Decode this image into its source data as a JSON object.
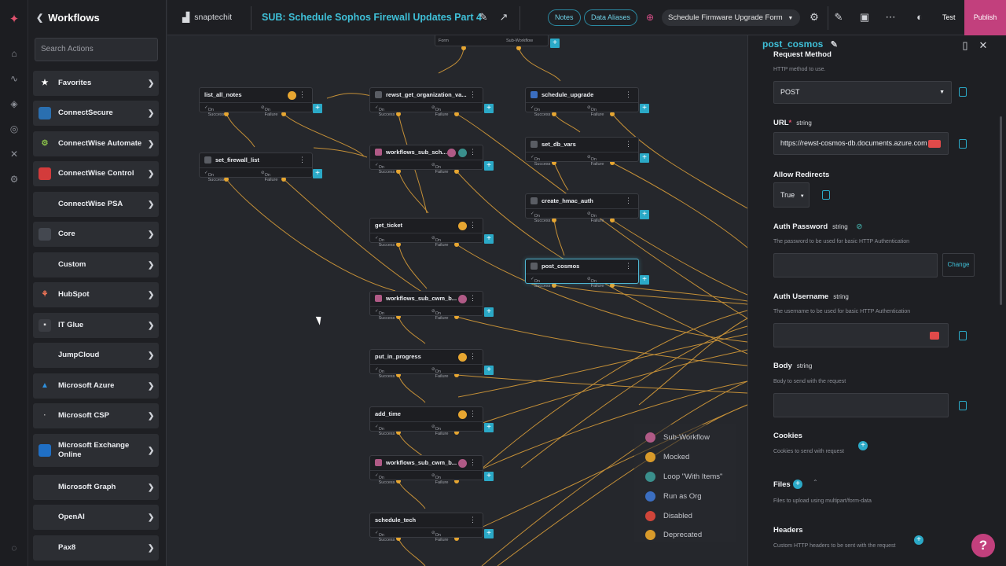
{
  "sidebar": {
    "title": "Workflows",
    "search_placeholder": "Search Actions",
    "items": [
      {
        "label": "Favorites",
        "icon": "star-icon"
      },
      {
        "label": "ConnectSecure",
        "icon": "connectsecure-icon"
      },
      {
        "label": "ConnectWise Automate",
        "icon": "connectwise-automate-icon"
      },
      {
        "label": "ConnectWise Control",
        "icon": "connectwise-control-icon"
      },
      {
        "label": "ConnectWise PSA",
        "icon": "connectwise-psa-icon"
      },
      {
        "label": "Core",
        "icon": "core-icon"
      },
      {
        "label": "Custom",
        "icon": "custom-icon"
      },
      {
        "label": "HubSpot",
        "icon": "hubspot-icon"
      },
      {
        "label": "IT Glue",
        "icon": "itglue-icon"
      },
      {
        "label": "JumpCloud",
        "icon": "jumpcloud-icon"
      },
      {
        "label": "Microsoft Azure",
        "icon": "azure-icon"
      },
      {
        "label": "Microsoft CSP",
        "icon": "microsoft-csp-icon"
      },
      {
        "label": "Microsoft Exchange Online",
        "icon": "exchange-icon"
      },
      {
        "label": "Microsoft Graph",
        "icon": "graph-icon"
      },
      {
        "label": "OpenAI",
        "icon": "openai-icon"
      },
      {
        "label": "Pax8",
        "icon": "pax8-icon"
      }
    ]
  },
  "topbar": {
    "org": "snaptechit",
    "title": "SUB: Schedule Sophos Firewall Updates Part 4",
    "notes": "Notes",
    "aliases": "Data Aliases",
    "selected_workflow": "Schedule Firmware Upgrade Form",
    "test": "Test",
    "publish": "Publish"
  },
  "canvas": {
    "nodes": [
      {
        "label": "Form"
      },
      {
        "label": "Sub-Workflow"
      },
      {
        "label": "list_all_notes"
      },
      {
        "label": "rewst_get_organization_va..."
      },
      {
        "label": "schedule_upgrade"
      },
      {
        "label": "set_firewall_list"
      },
      {
        "label": "workflows_sub_sch..."
      },
      {
        "label": "set_db_vars"
      },
      {
        "label": "create_hmac_auth"
      },
      {
        "label": "get_ticket"
      },
      {
        "label": "post_cosmos"
      },
      {
        "label": "workflows_sub_cwm_b..."
      },
      {
        "label": "put_in_progress"
      },
      {
        "label": "add_time"
      },
      {
        "label": "workflows_sub_cwm_b..."
      },
      {
        "label": "schedule_tech"
      }
    ],
    "on_success": "On Success",
    "on_failure": "On Failure",
    "legend": [
      {
        "label": "Sub-Workflow",
        "color": "#b05a86"
      },
      {
        "label": "Mocked",
        "color": "#d89a2a"
      },
      {
        "label": "Loop \"With Items\"",
        "color": "#3a8f8c"
      },
      {
        "label": "Run as Org",
        "color": "#3b6ec0"
      },
      {
        "label": "Disabled",
        "color": "#d0453a"
      },
      {
        "label": "Deprecated",
        "color": "#d89a2a"
      }
    ]
  },
  "panel": {
    "title": "post_cosmos",
    "request_method_label": "Request Method",
    "request_method_help": "HTTP method to use.",
    "request_method_value": "POST",
    "url_label": "URL",
    "url_req": "*",
    "url_type": "string",
    "url_value": "https://rewst-cosmos-db.documents.azure.com",
    "allow_redirects_label": "Allow Redirects",
    "allow_redirects_value": "True",
    "auth_password_label": "Auth Password",
    "auth_password_type": "string",
    "auth_password_help": "The password to be used for basic HTTP Authentication",
    "change": "Change",
    "auth_username_label": "Auth Username",
    "auth_username_type": "string",
    "auth_username_help": "The username to be used for basic HTTP Authentication",
    "body_label": "Body",
    "body_type": "string",
    "body_help": "Body to send with the request",
    "cookies_label": "Cookies",
    "cookies_help": "Cookies to send with request",
    "files_label": "Files",
    "files_help": "Files to upload using multipart/form-data",
    "headers_label": "Headers",
    "headers_help": "Custom HTTP headers to be sent with the request"
  }
}
